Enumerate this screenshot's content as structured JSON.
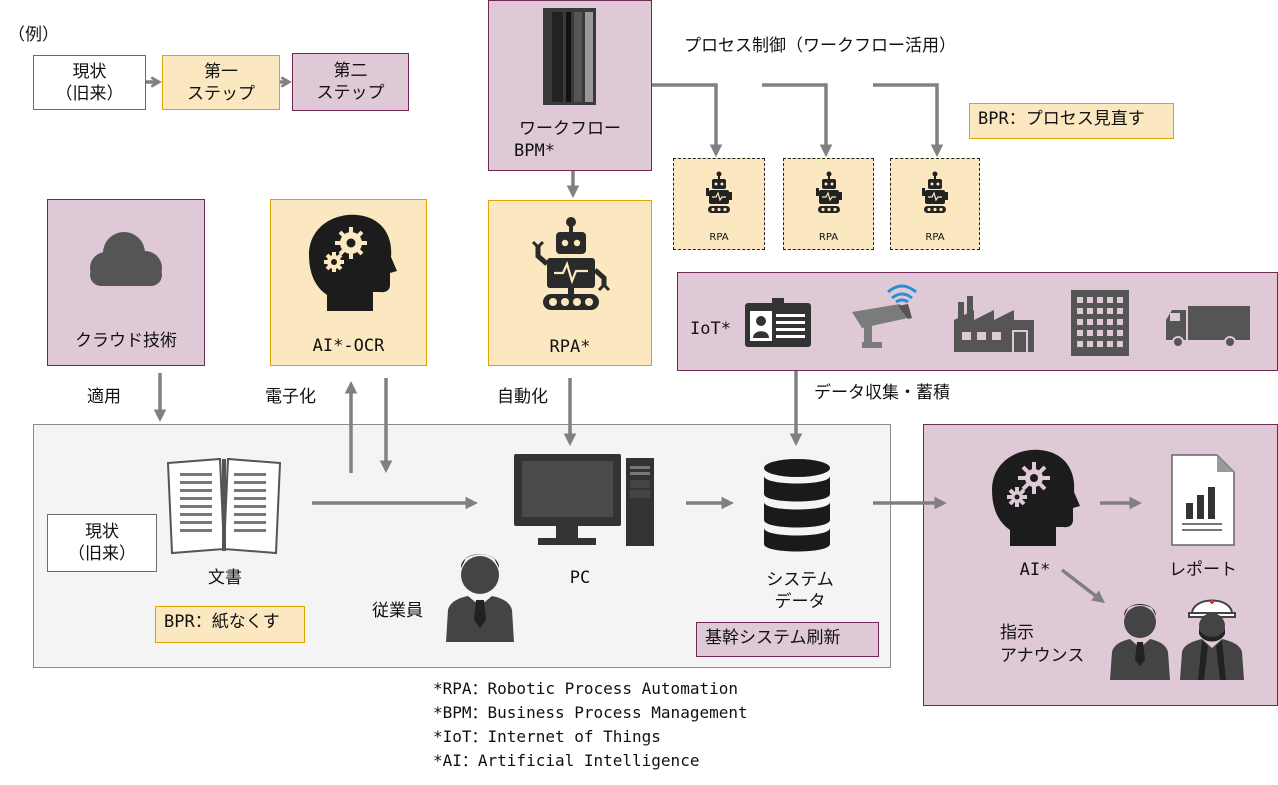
{
  "legend": {
    "example": "（例）",
    "current_line1": "現状",
    "current_line2": "（旧来）",
    "step1_line1": "第一",
    "step1_line2": "ステップ",
    "step2_line1": "第二",
    "step2_line2": "ステップ"
  },
  "workflow": {
    "line1": "ワークフロー",
    "line2": "BPM*"
  },
  "process_control": "プロセス制御（ワークフロー活用）",
  "bpr_process": "BPR：プロセス見直す",
  "rpa_small": [
    "RPA",
    "RPA",
    "RPA"
  ],
  "cloud": "クラウド技術",
  "ai_ocr": "AI*-OCR",
  "rpa": "RPA*",
  "iot": {
    "label": "IoT*"
  },
  "data_collect": "データ収集・蓄積",
  "arrows": {
    "apply": "適用",
    "digitize": "電子化",
    "automate": "自動化"
  },
  "current_box": {
    "line1": "現状",
    "line2": "（旧来）"
  },
  "document": "文書",
  "bpr_paper": "BPR：紙なくす",
  "employee": "従業員",
  "pc": "PC",
  "system_data": {
    "line1": "システム",
    "line2": "データ"
  },
  "core_system": "基幹システム刷新",
  "ai": "AI*",
  "report": "レポート",
  "instruction": {
    "line1": "指示",
    "line2": "アナウンス"
  },
  "notes": [
    "*RPA：Robotic Process Automation",
    "*BPM：Business Process Management",
    "*IoT：Internet of Things",
    "*AI：Artificial Intelligence"
  ],
  "colors": {
    "pink": "#e0c9d6",
    "pink_border": "#6e2a55",
    "yellow": "#fbe8c0",
    "yellow_border": "#e0a400",
    "arrow": "#808080",
    "icon": "#3d3d3d"
  }
}
